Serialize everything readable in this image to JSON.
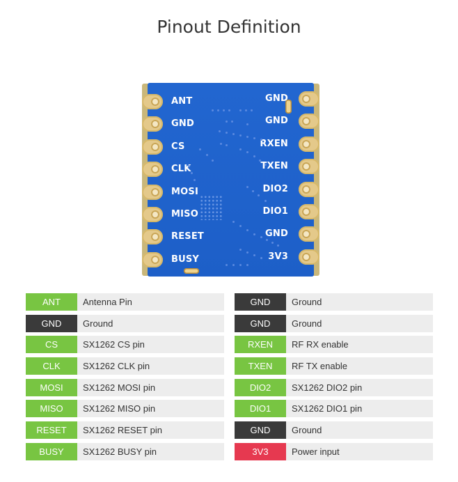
{
  "title": "Pinout Definition",
  "colors": {
    "signal": "#78c542",
    "ground": "#3a3a3a",
    "power": "#e63950",
    "board": "#1f61cc",
    "pad": "#e4c98a"
  },
  "board": {
    "left_pins": [
      "ANT",
      "GND",
      "CS",
      "CLK",
      "MOSI",
      "MISO",
      "RESET",
      "BUSY"
    ],
    "right_pins": [
      "GND",
      "GND",
      "RXEN",
      "TXEN",
      "DIO2",
      "DIO1",
      "GND",
      "3V3"
    ]
  },
  "table": {
    "left": [
      {
        "pin": "ANT",
        "desc": "Antenna Pin",
        "kind": "signal"
      },
      {
        "pin": "GND",
        "desc": "Ground",
        "kind": "ground"
      },
      {
        "pin": "CS",
        "desc": "SX1262 CS pin",
        "kind": "signal"
      },
      {
        "pin": "CLK",
        "desc": "SX1262 CLK pin",
        "kind": "signal"
      },
      {
        "pin": "MOSI",
        "desc": "SX1262 MOSI pin",
        "kind": "signal"
      },
      {
        "pin": "MISO",
        "desc": "SX1262 MISO pin",
        "kind": "signal"
      },
      {
        "pin": "RESET",
        "desc": "SX1262 RESET pin",
        "kind": "signal"
      },
      {
        "pin": "BUSY",
        "desc": "SX1262 BUSY pin",
        "kind": "signal"
      }
    ],
    "right": [
      {
        "pin": "GND",
        "desc": "Ground",
        "kind": "ground"
      },
      {
        "pin": "GND",
        "desc": "Ground",
        "kind": "ground"
      },
      {
        "pin": "RXEN",
        "desc": "RF RX enable",
        "kind": "signal"
      },
      {
        "pin": "TXEN",
        "desc": "RF TX enable",
        "kind": "signal"
      },
      {
        "pin": "DIO2",
        "desc": "SX1262 DIO2 pin",
        "kind": "signal"
      },
      {
        "pin": "DIO1",
        "desc": "SX1262 DIO1 pin",
        "kind": "signal"
      },
      {
        "pin": "GND",
        "desc": "Ground",
        "kind": "ground"
      },
      {
        "pin": "3V3",
        "desc": "Power input",
        "kind": "power"
      }
    ]
  }
}
